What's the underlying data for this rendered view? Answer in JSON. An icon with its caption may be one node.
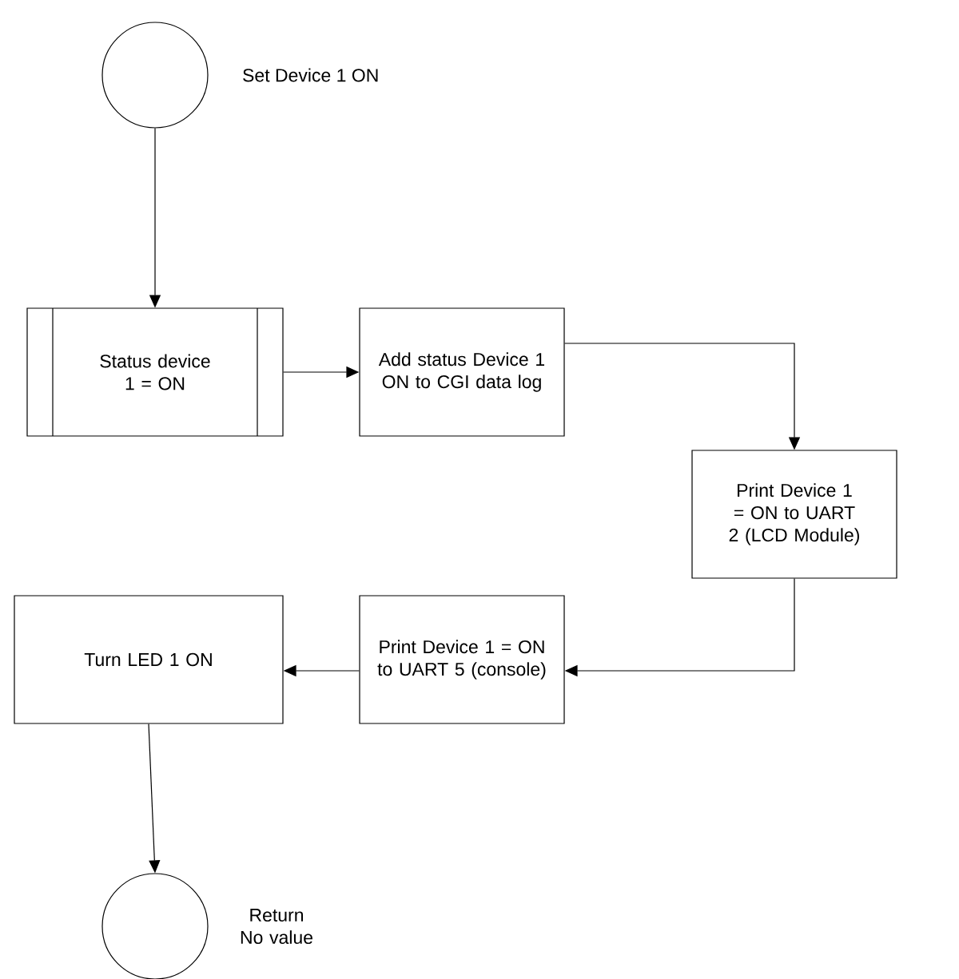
{
  "diagram": {
    "nodes": [
      {
        "text": [],
        "shape": "circle",
        "beside": [
          "Set Device 1 ON"
        ]
      },
      {
        "text": [
          "Status device 1 = ON"
        ]
      },
      {
        "text": [
          "Add status Device 1 ON to CGI data log"
        ]
      },
      {
        "text": [
          "Print Device 1 = ON to UART 2 (LCD Module)"
        ]
      },
      {
        "text": [
          "Print Device 1 = ON to UART 5 (console)"
        ]
      },
      {
        "text": [
          "Turn LED 1 ON"
        ]
      },
      {
        "text": [],
        "shape": "circle",
        "beside": [
          "Return No value"
        ]
      }
    ],
    "edges": [
      {
        "from": 0,
        "to": 1,
        "arrow": "to"
      },
      {
        "from": 1,
        "to": 2,
        "arrow": "to"
      },
      {
        "from": 2,
        "to": 3,
        "arrow": "to"
      },
      {
        "from": 3,
        "to": 4,
        "arrow": "to"
      },
      {
        "from": 4,
        "to": 5,
        "arrow": "to"
      },
      {
        "from": 5,
        "to": 6,
        "arrow": "to"
      }
    ]
  }
}
